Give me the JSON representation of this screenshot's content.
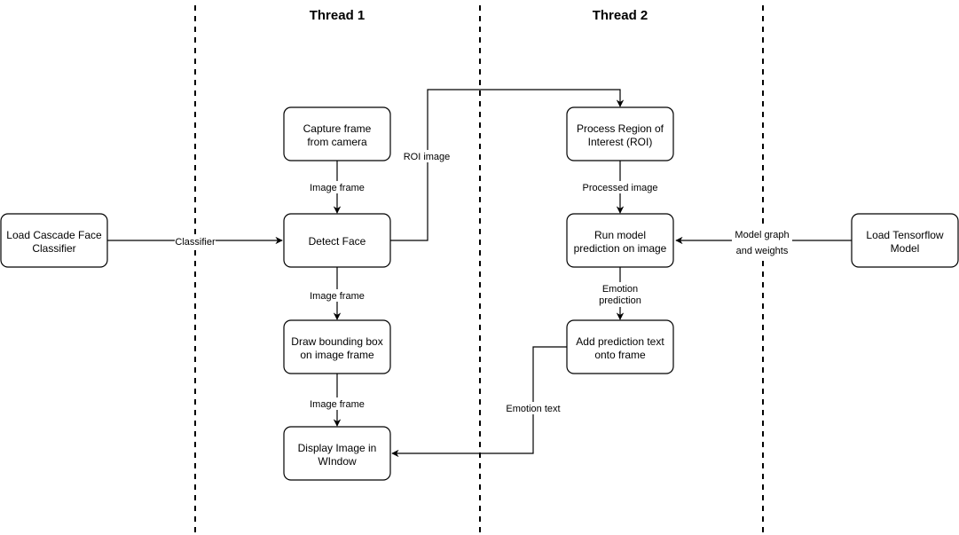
{
  "headers": {
    "thread1": "Thread 1",
    "thread2": "Thread 2"
  },
  "nodes": {
    "load_cascade": [
      "Load Cascade Face",
      "Classifier"
    ],
    "capture": [
      "Capture frame",
      "from camera"
    ],
    "detect": [
      "Detect Face"
    ],
    "draw_box": [
      "Draw bounding box",
      "on image frame"
    ],
    "display": [
      "Display Image in",
      "WIndow"
    ],
    "process_roi": [
      "Process Region of",
      "Interest (ROI)"
    ],
    "run_model": [
      "Run model",
      "prediction on image"
    ],
    "add_text": [
      "Add prediction text",
      "onto frame"
    ],
    "load_tf": [
      "Load Tensorflow",
      "Model"
    ]
  },
  "edges": {
    "classifier": [
      "Classifier"
    ],
    "image_frame_1": [
      "Image frame"
    ],
    "image_frame_2": [
      "Image frame"
    ],
    "image_frame_3": [
      "Image frame"
    ],
    "roi_image": [
      "ROI image"
    ],
    "processed_image": [
      "Processed image"
    ],
    "model_graph": [
      "Model graph",
      "and weights"
    ],
    "emotion_prediction": [
      "Emotion",
      "prediction"
    ],
    "emotion_text": [
      "Emotion text"
    ]
  },
  "colors": {
    "stroke": "#000000",
    "fill": "#ffffff"
  }
}
